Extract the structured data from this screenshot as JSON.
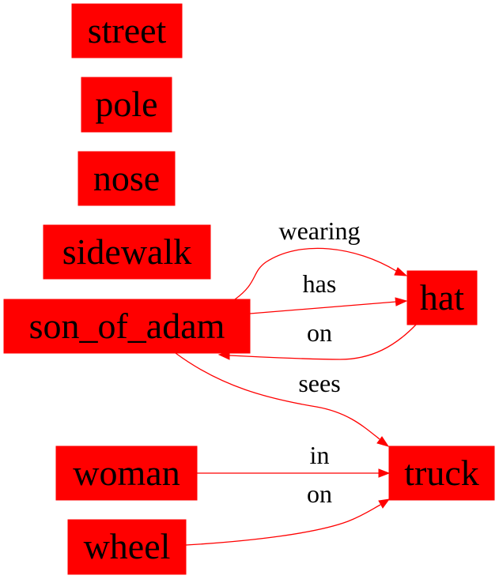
{
  "graph": {
    "node_color": "#ff0000",
    "edge_color": "#ff0000",
    "text_color": "#000000",
    "nodes": {
      "street": "street",
      "pole": "pole",
      "nose": "nose",
      "sidewalk": "sidewalk",
      "son_of_adam": "son_of_adam",
      "hat": "hat",
      "woman": "woman",
      "truck": "truck",
      "wheel": "wheel"
    },
    "edges": [
      {
        "from": "son_of_adam",
        "to": "hat",
        "label": "wearing"
      },
      {
        "from": "son_of_adam",
        "to": "hat",
        "label": "has"
      },
      {
        "from": "hat",
        "to": "son_of_adam",
        "label": "on"
      },
      {
        "from": "son_of_adam",
        "to": "truck",
        "label": "sees"
      },
      {
        "from": "woman",
        "to": "truck",
        "label": "in"
      },
      {
        "from": "wheel",
        "to": "truck",
        "label": "on"
      }
    ]
  }
}
